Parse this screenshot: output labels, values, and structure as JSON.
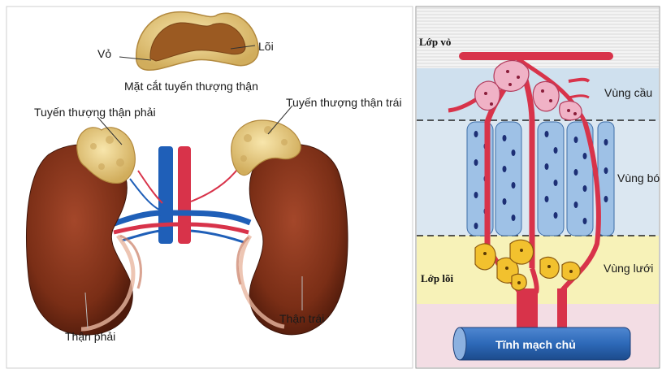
{
  "left_panel": {
    "labels": {
      "cortex": "Vỏ",
      "medulla": "Lõi",
      "section_caption": "Mặt cắt tuyến thượng thận",
      "right_gland": "Tuyến thượng thận phải",
      "left_gland": "Tuyến thượng thận trái",
      "right_kidney": "Thận phải",
      "left_kidney": "Thận trái"
    }
  },
  "right_panel": {
    "labels": {
      "cortex_layer": "Lớp vỏ",
      "zona_glomerulosa": "Vùng cầu",
      "zona_fasciculata": "Vùng bó",
      "zona_reticularis": "Vùng lưới",
      "medulla_layer": "Lớp lõi",
      "vena_cava": "Tĩnh mạch chủ"
    }
  },
  "colors": {
    "kidney": "#7a2e16",
    "gland": "#e8d08a",
    "artery": "#d8334a",
    "vein": "#1f5fb8",
    "glomerulosa_bg": "#cfe0ee",
    "fasciculata_bg": "#dbe7f1",
    "reticularis_bg": "#f7f2b8",
    "medulla_bg": "#f3dde4",
    "vena_cava": "#2d69b8"
  }
}
